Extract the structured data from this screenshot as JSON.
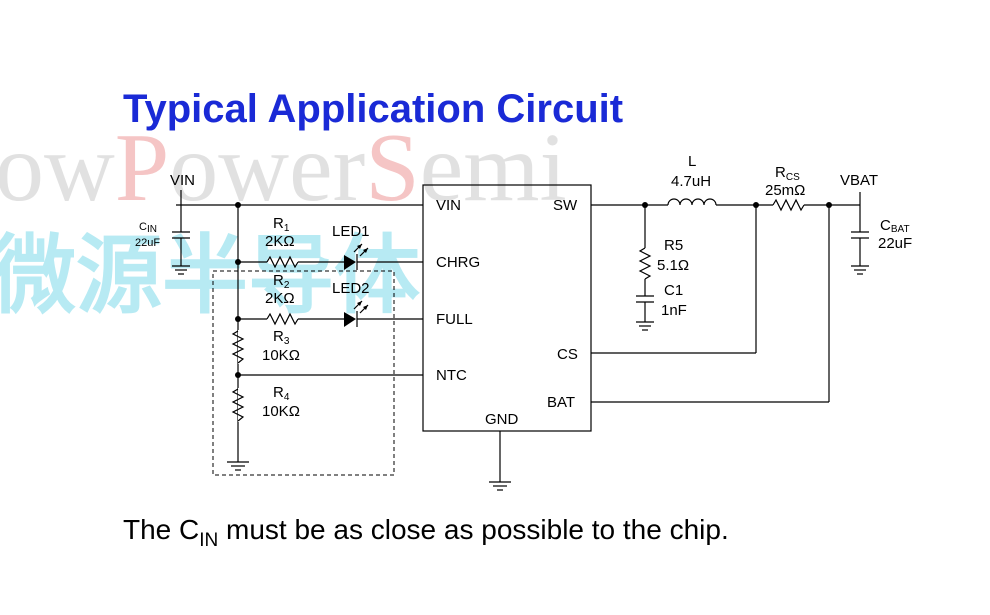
{
  "title": "Typical Application Circuit",
  "watermark": {
    "text_a": "ow",
    "text_b": "P",
    "text_c": "ower",
    "text_d": "S",
    "text_e": "emi",
    "text_cjk": "微源半导体",
    "color_gray": "#d8d8d8",
    "color_red": "#f3b7b7",
    "color_cyan": "#9fe3ef"
  },
  "ic": {
    "pins": {
      "vin": "VIN",
      "chrg": "CHRG",
      "full": "FULL",
      "ntc": "NTC",
      "sw": "SW",
      "cs": "CS",
      "bat": "BAT",
      "gnd": "GND"
    }
  },
  "components": {
    "vin_label": "VIN",
    "vbat_label": "VBAT",
    "cin": {
      "name": "C",
      "sub": "IN",
      "value": "22uF"
    },
    "cbat": {
      "name": "C",
      "sub": "BAT",
      "value": "22uF"
    },
    "r1": {
      "name": "R",
      "sub": "1",
      "value": "2KΩ"
    },
    "r2": {
      "name": "R",
      "sub": "2",
      "value": "2KΩ"
    },
    "r3": {
      "name": "R",
      "sub": "3",
      "value": "10KΩ"
    },
    "r4": {
      "name": "R",
      "sub": "4",
      "value": "10KΩ"
    },
    "led1": "LED1",
    "led2": "LED2",
    "r5": {
      "name": "R5",
      "value": "5.1Ω"
    },
    "c1": {
      "name": "C1",
      "value": "1nF"
    },
    "l": {
      "name": "L",
      "value": "4.7uH"
    },
    "rcs": {
      "name": "R",
      "sub": "CS",
      "value": "25mΩ"
    }
  },
  "note": {
    "before": "The C",
    "sub": "IN",
    "after": " must be as close as possible to the chip."
  },
  "colors": {
    "title": "#1a2ad6",
    "wire": "#000000"
  }
}
